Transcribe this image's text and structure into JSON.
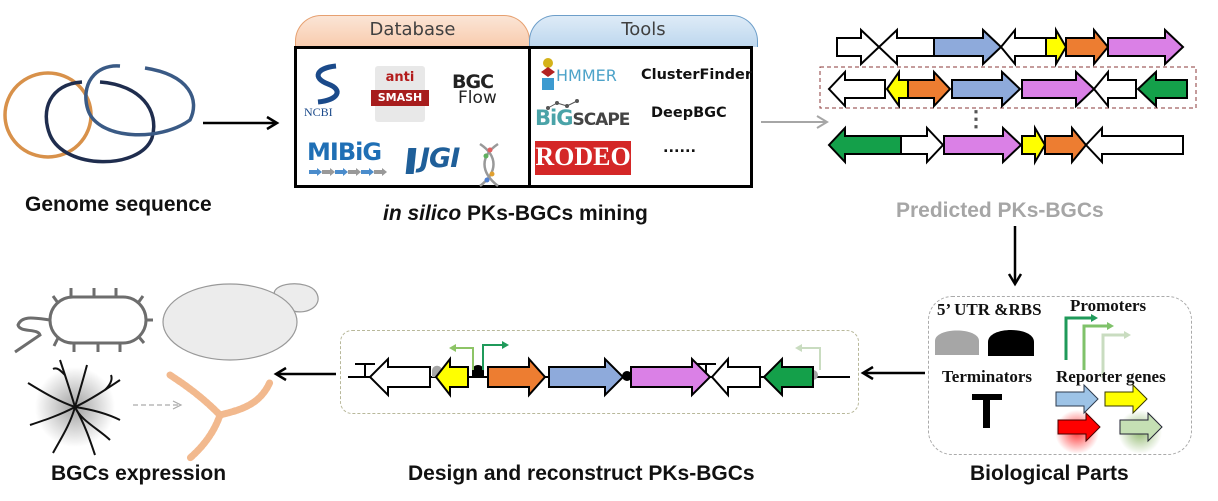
{
  "figure": {
    "stages": {
      "genome": {
        "caption": "Genome sequence",
        "icon": "circular-dna-icon"
      },
      "mining": {
        "caption_italic": "in silico",
        "caption_rest": " PKs-BGCs mining",
        "database_tab": "Database",
        "tools_tab": "Tools",
        "databases": [
          {
            "name": "NCBI",
            "icon": "ncbi-logo"
          },
          {
            "name_top": "anti",
            "name_bottom": "SMASH",
            "icon": "antismash-logo"
          },
          {
            "name_top": "BGC",
            "name_bottom": "Flow",
            "icon": "bgcflow-logo"
          },
          {
            "name": "MIBiG",
            "icon": "mibig-logo"
          },
          {
            "name": "JGI",
            "icon": "jgi-logo"
          }
        ],
        "tools": [
          {
            "name": "HMMER",
            "icon": "hmmer-logo"
          },
          {
            "name": "ClusterFinder"
          },
          {
            "name_a": "BiG",
            "name_b": "SCAPE",
            "icon": "bigscape-logo"
          },
          {
            "name": "DeepBGC"
          },
          {
            "name": "RODEO",
            "icon": "rodeo-logo"
          },
          {
            "name": "......"
          }
        ]
      },
      "predicted": {
        "caption": "Predicted PKs-BGCs",
        "ellipsis": "⋮"
      },
      "parts": {
        "caption": "Biological Parts",
        "utr_label": "5’ UTR &RBS",
        "promoters_label": "Promoters",
        "terminators_label": "Terminators",
        "reporter_label": "Reporter genes"
      },
      "design": {
        "caption": "Design and reconstruct PKs-BGCs"
      },
      "expression": {
        "caption": "BGCs expression",
        "hosts": [
          "bacterium",
          "yeast",
          "streptomyces",
          "fungal-hypha"
        ]
      }
    },
    "colors": {
      "blue_gene": "#8eaadb",
      "yellow_gene": "#ffff00",
      "orange_gene": "#ed7d31",
      "purple_gene": "#da80e6",
      "green_gene": "#14a04a",
      "white_gene": "#ffffff",
      "database_tab": "#f8cbad",
      "tools_tab": "#bdd7ee",
      "grey_caption": "#a6a6a6"
    }
  }
}
